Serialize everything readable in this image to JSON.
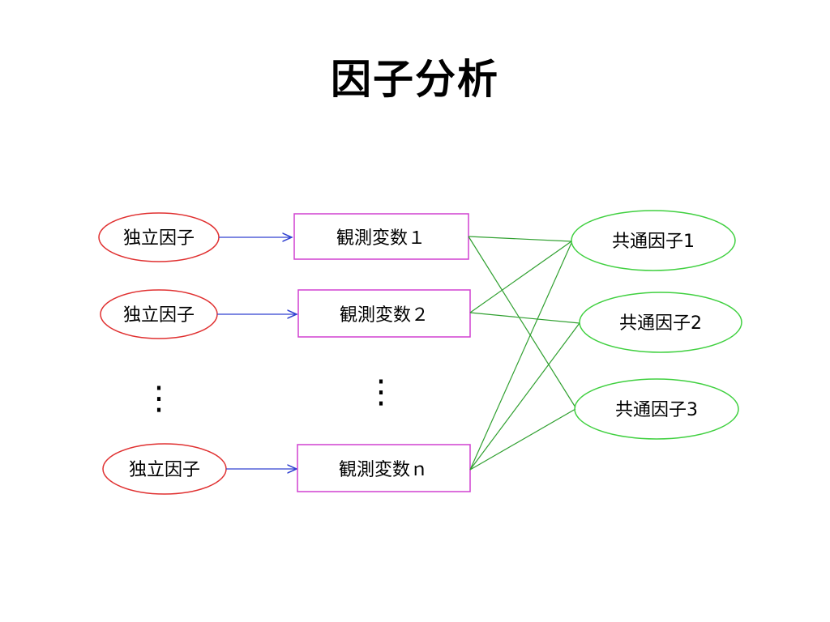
{
  "title": "因子分析",
  "independent_factors": [
    "独立因子",
    "独立因子",
    "独立因子"
  ],
  "observed_variables": [
    "観測変数１",
    "観測変数２",
    "観測変数ｎ"
  ],
  "common_factors": [
    "共通因子1",
    "共通因子2",
    "共通因子3"
  ],
  "ellipsis": "⋮",
  "colors": {
    "independent_factor": "#e03030",
    "observed_variable": "#d040d0",
    "common_factor": "#40d040",
    "arrow": "#3040d0",
    "loading_line": "#30a030"
  }
}
